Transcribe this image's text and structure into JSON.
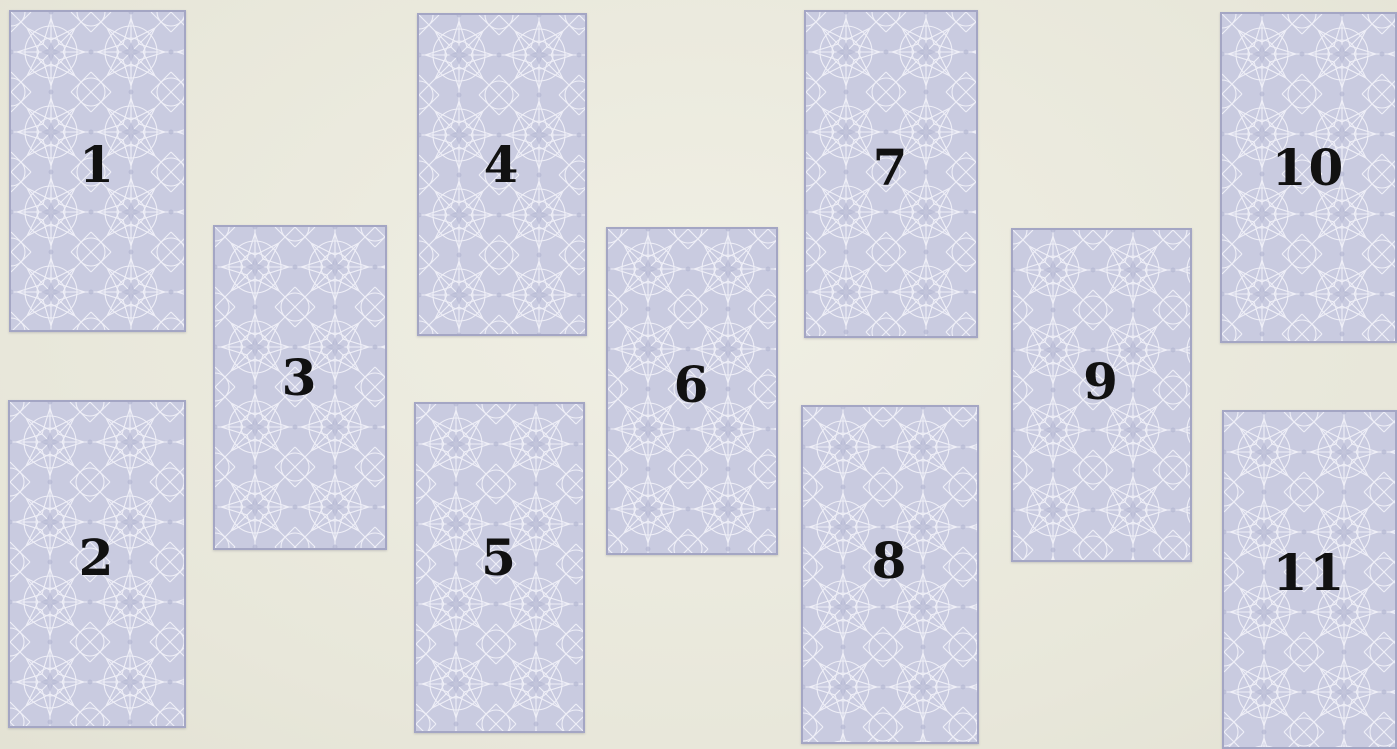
{
  "spread": {
    "card_back_design": "geometric-star-lattice",
    "colors": {
      "background": "#ecebdf",
      "card_face": "#c9cbe0",
      "card_border": "#a4a6c4",
      "pattern_lines": "#f4f4fb",
      "number_text": "#111111"
    },
    "cards": [
      {
        "label": "1"
      },
      {
        "label": "2"
      },
      {
        "label": "3"
      },
      {
        "label": "4"
      },
      {
        "label": "5"
      },
      {
        "label": "6"
      },
      {
        "label": "7"
      },
      {
        "label": "8"
      },
      {
        "label": "9"
      },
      {
        "label": "10"
      },
      {
        "label": "11"
      }
    ]
  }
}
